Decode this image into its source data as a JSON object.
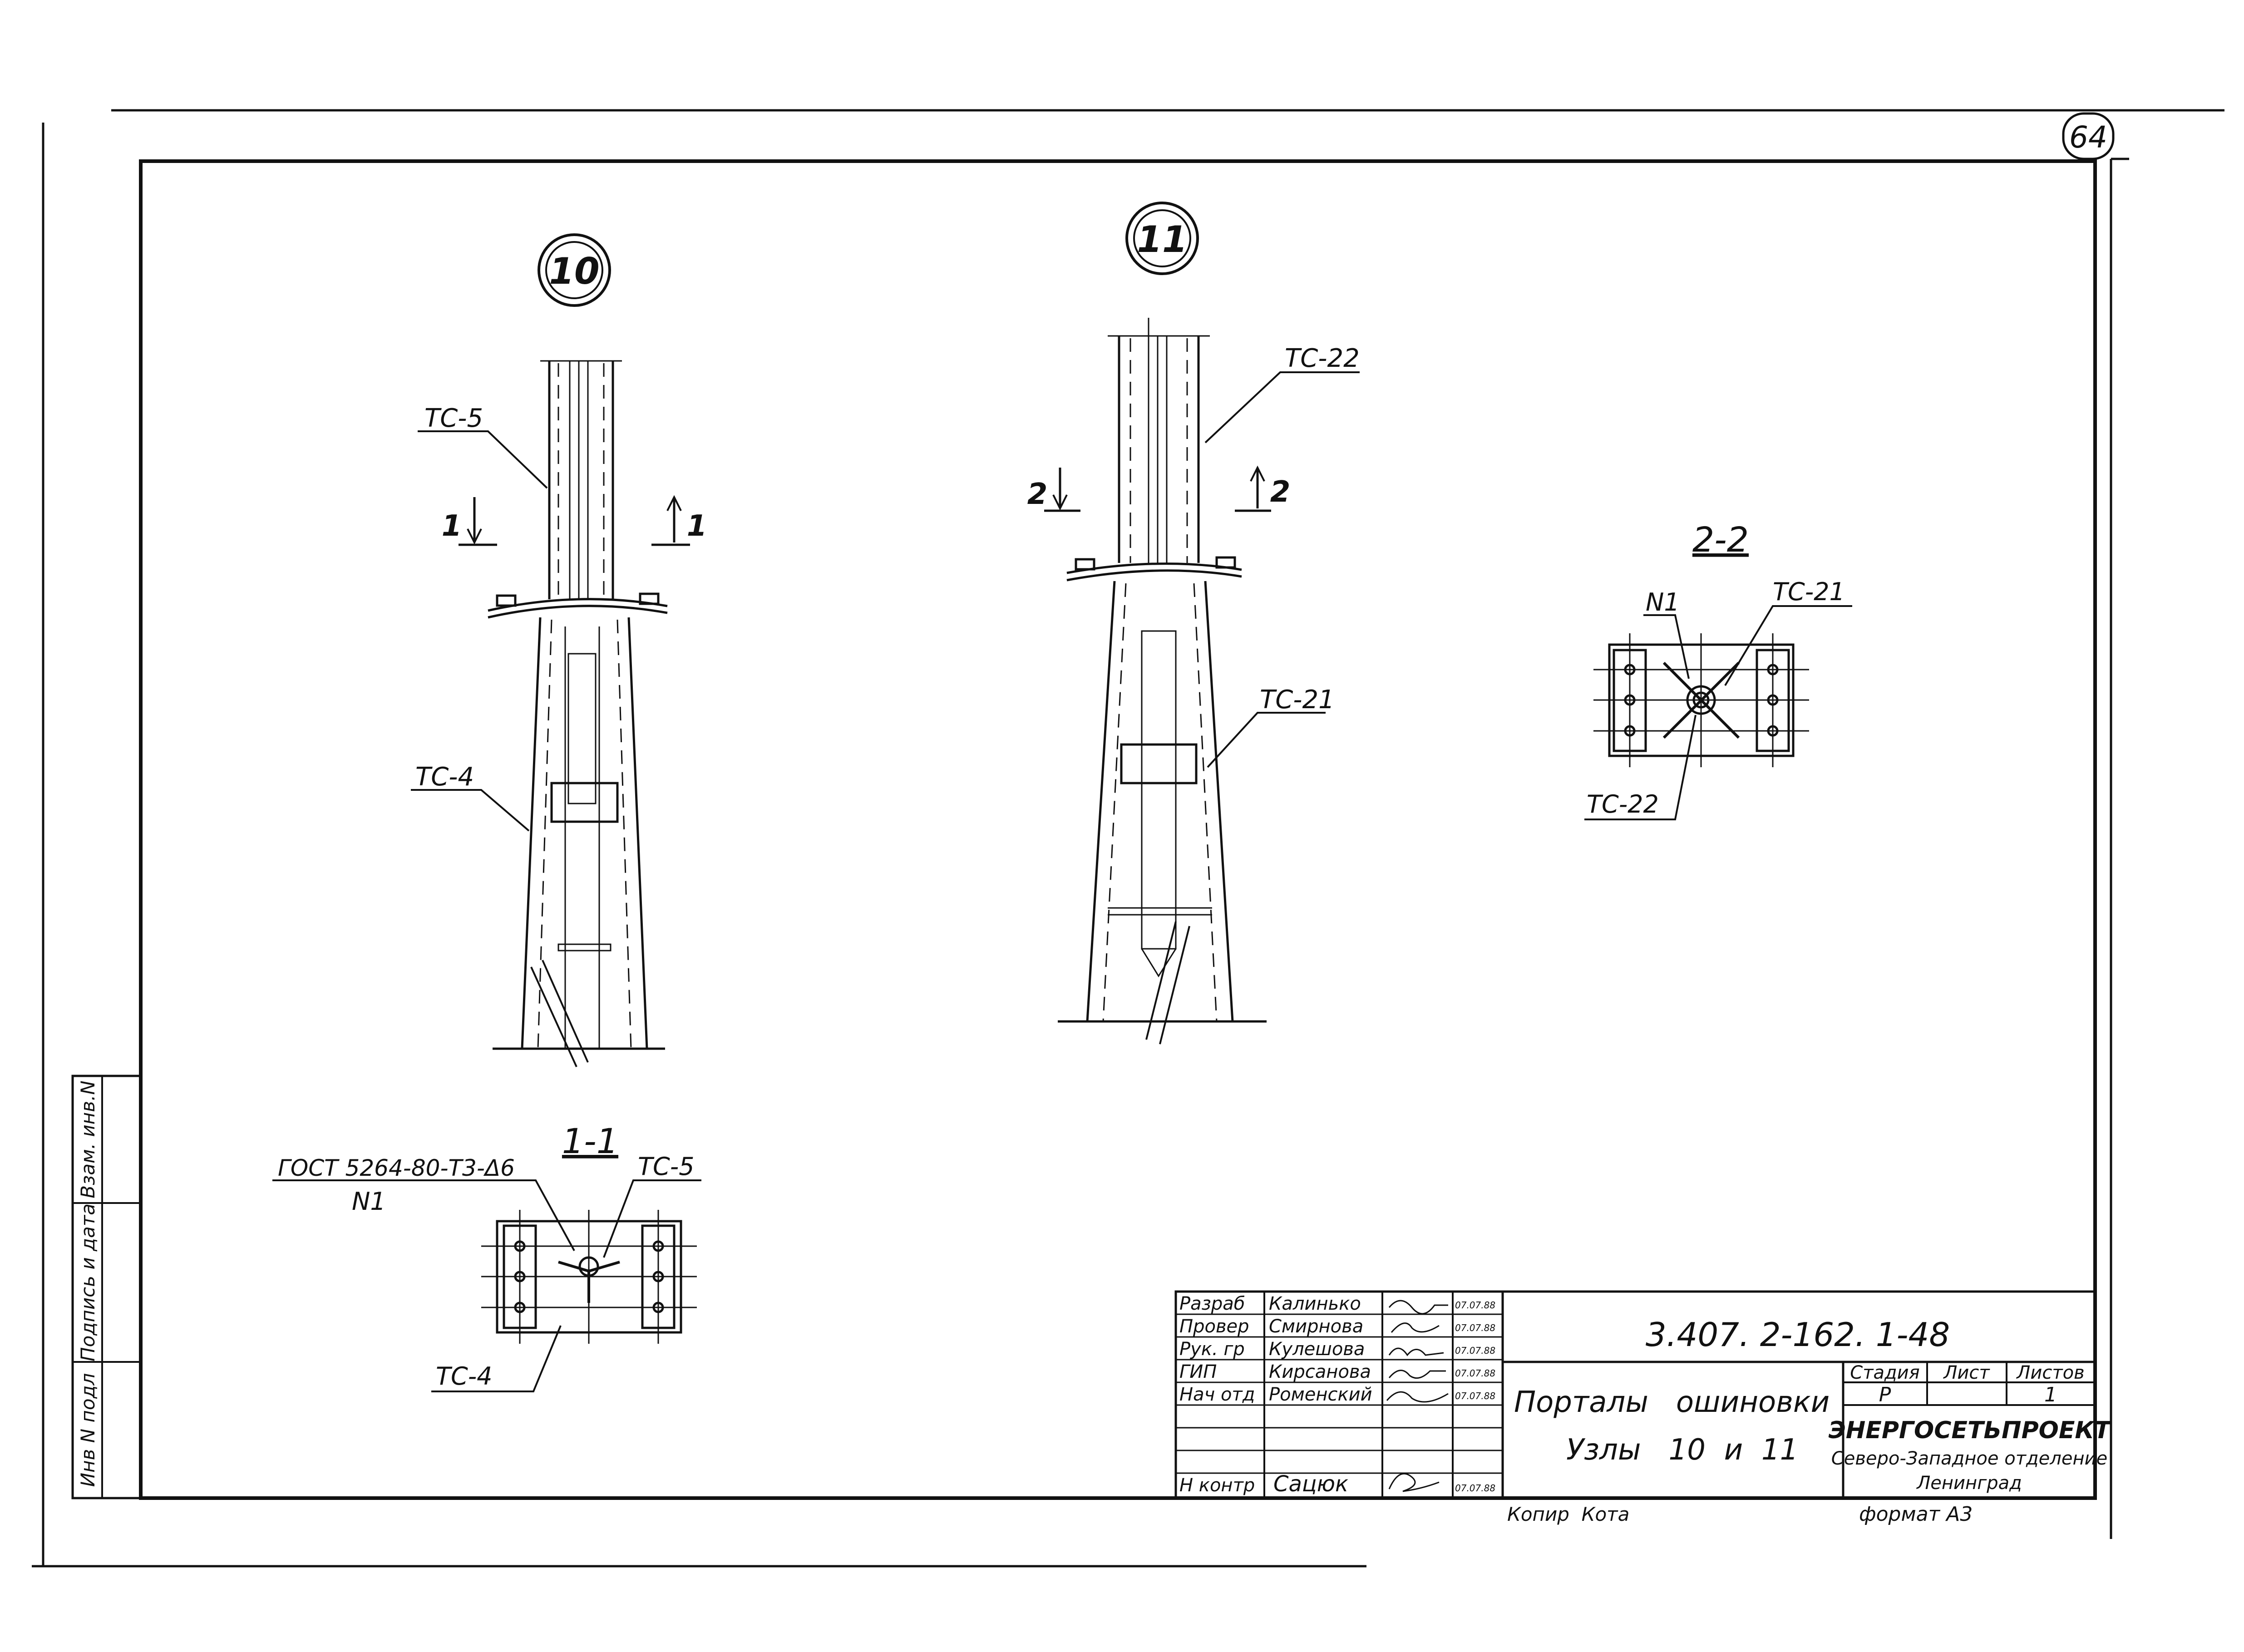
{
  "sheet": {
    "page_number": "64",
    "format_note": "формат А3",
    "copy_note": "Копир  Кота"
  },
  "node10": {
    "number": "10",
    "labels": {
      "upper_post": "ТС-5",
      "lower_post": "ТС-4"
    },
    "cut_marks": {
      "left": "1",
      "right": "1"
    }
  },
  "node11": {
    "number": "11",
    "labels": {
      "upper_post": "ТС-22",
      "lower_post": "ТС-21"
    },
    "cut_marks": {
      "left": "2",
      "right": "2"
    }
  },
  "section_1_1": {
    "title": "1-1",
    "weld_note": "ГОСТ 5264-80-Т3-Δ6",
    "item": "N1",
    "label_top": "ТС-5",
    "label_bottom": "ТС-4"
  },
  "section_2_2": {
    "title": "2-2",
    "item": "N1",
    "label_top": "ТС-21",
    "label_bottom": "ТС-22"
  },
  "side_stamp": [
    "Инв N подл",
    "Подпись и дата",
    "Взам. инв.N"
  ],
  "title_block": {
    "designation": "3.407. 2-162. 1-48",
    "title_line1": "Порталы   ошиновки",
    "title_line2": "Узлы   10  и  11",
    "stage_header": "Стадия",
    "sheet_header": "Лист",
    "sheets_header": "Листов",
    "stage_value": "Р",
    "sheets_value": "1",
    "org_name": "ЭНЕРГОСЕТЬПРОЕКТ",
    "org_branch": "Северо-Западное отделение",
    "org_city": "Ленинград",
    "staff": [
      {
        "role": "Разраб",
        "name": "Калинько",
        "date": "07.07.88"
      },
      {
        "role": "Провер",
        "name": "Смирнова",
        "date": "07.07.88"
      },
      {
        "role": "Рук. гр",
        "name": "Кулешова",
        "date": "07.07.88"
      },
      {
        "role": "ГИП",
        "name": "Кирсанова",
        "date": "07.07.88"
      },
      {
        "role": "Нач отд",
        "name": "Роменский",
        "date": "07.07.88"
      },
      {
        "role": "",
        "name": "",
        "date": ""
      },
      {
        "role": "",
        "name": "",
        "date": ""
      },
      {
        "role": "Н контр",
        "name": "Сацюк",
        "date": "07.07.88"
      }
    ]
  }
}
